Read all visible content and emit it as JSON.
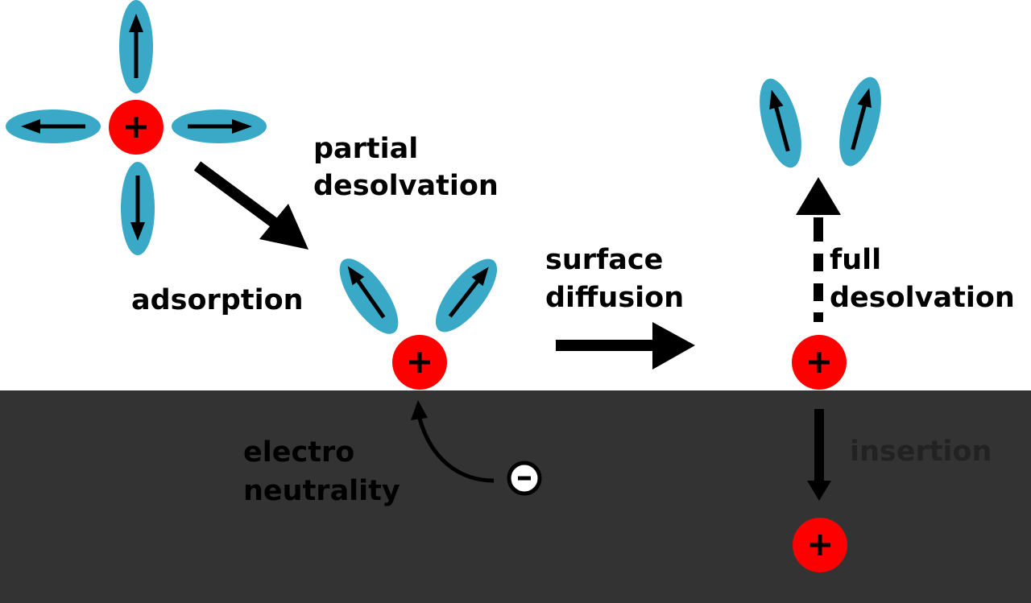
{
  "diagram": {
    "title": "Ion intercalation process: solvated cation to insertion into electrode",
    "colors": {
      "background": "#ffffff",
      "electrode": "#333333",
      "cation": "#ff0000",
      "solvent": "#3aa9c8",
      "arrow": "#000000",
      "text": "#000000",
      "insertion_text": "#222222",
      "anion_fill": "#ffffff"
    },
    "labels": {
      "partial_desolvation_line1": "partial",
      "partial_desolvation_line2": "desolvation",
      "adsorption": "adsorption",
      "surface_diffusion_line1": "surface",
      "surface_diffusion_line2": "diffusion",
      "full_desolvation_line1": "full",
      "full_desolvation_line2": "desolvation",
      "electroneutrality_line1": "electro",
      "electroneutrality_line2": "neutrality",
      "insertion": "insertion"
    },
    "symbols": {
      "cation": "+",
      "anion": "−"
    },
    "stages": [
      {
        "name": "solvated-ion",
        "solvent_molecules": 4
      },
      {
        "name": "adsorbed-ion",
        "solvent_molecules": 2
      },
      {
        "name": "fully-desolvated-ion",
        "solvent_molecules": 0
      },
      {
        "name": "inserted-ion",
        "solvent_molecules": 0
      }
    ]
  }
}
